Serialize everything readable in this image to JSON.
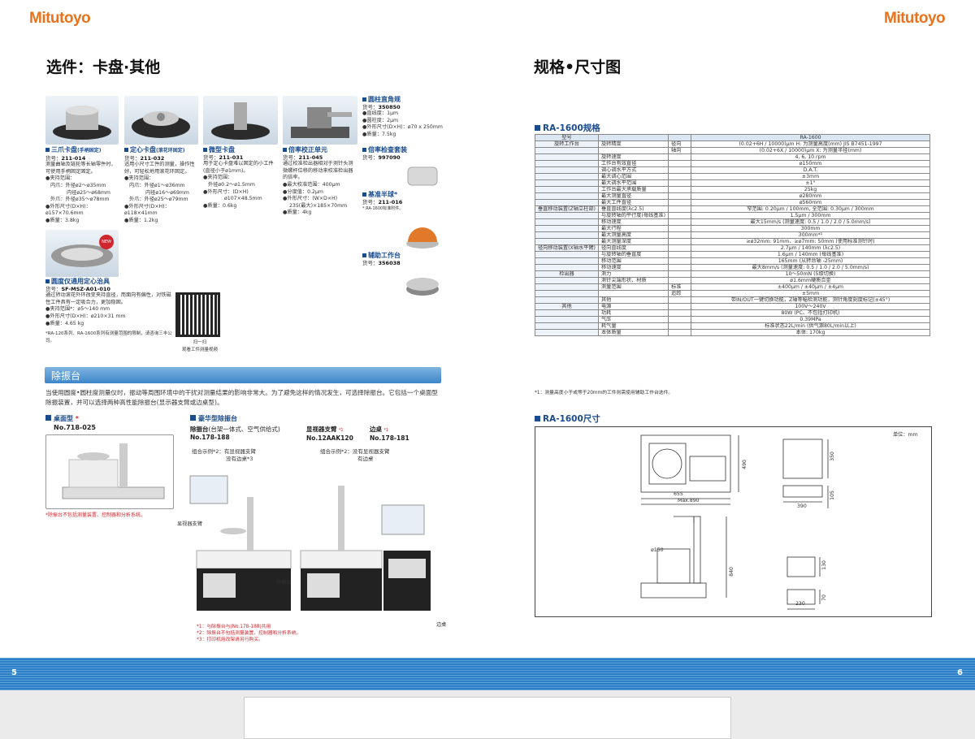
{
  "brand": "Mitutoyo",
  "left": {
    "title": "选件：卡盘·其他",
    "products": [
      {
        "name": "三爪卡盘",
        "sub": "(手柄固定)",
        "code_label": "货号：",
        "code": "211-014",
        "desc": "测量曲轴及链轮等长轴零件时，可使用手柄固定固定。",
        "specs": [
          "●夹持范围：",
          "内爪：外径ø2～ø35mm",
          "内径ø25～ø68mm",
          "外爪：外径ø35～ø78mm",
          "●外形尺寸(D×H)：ø157×70.6mm",
          "●质量：3.8kg"
        ]
      },
      {
        "name": "定心卡盘",
        "sub": "(滚花环固定)",
        "code_label": "货号：",
        "code": "211-032",
        "desc": "适用小尺寸工件的测量，操作性好，可轻松地用滚花环固定。",
        "specs": [
          "●夹持范围：",
          "内爪：外径ø1～ø36mm",
          "内径ø16～ø69mm",
          "外爪：外径ø25～ø79mm",
          "●外形尺寸(D×H)：ø118×41mm",
          "●质量：1.2kg"
        ]
      },
      {
        "name": "微型卡盘",
        "sub": "",
        "code_label": "货号：",
        "code": "211-031",
        "desc": "用于定心卡盘难以固定的小工件(直径小于ø1mm)。",
        "specs": [
          "●夹持范围：",
          "外径ø0.2～ø1.5mm",
          "●外形尺寸：(D×H)",
          "ø107×48.5mm",
          "●质量：0.6kg"
        ]
      },
      {
        "name": "倍率校正单元",
        "sub": "",
        "code_label": "货号：",
        "code": "211-045",
        "desc": "通过校准检出器相对于测针头测微螺杆位移的移动来校准检出器的倍率。",
        "specs": [
          "●最大校准范围：400µm",
          "●分度值：0.2µm",
          "●外形尺寸：(W×D×H)",
          "235(最大)×185×70mm",
          "●质量：4kg"
        ]
      }
    ],
    "side_items": [
      {
        "name": "圆柱直角规",
        "code_label": "货号：",
        "code": "350850",
        "specs": [
          "●直线度：1µm",
          "●圆柱度：2µm",
          "●外形尺寸(D×H)：ø70 x 250mm",
          "●质量：7.5kg"
        ]
      },
      {
        "name": "倍率检查套装",
        "code_label": "货号：",
        "code": "997090",
        "specs": []
      },
      {
        "name": "基准半球*",
        "code_label": "货号：",
        "code": "211-016",
        "specs": [
          "* RA-1600标准附件。"
        ]
      },
      {
        "name": "辅助工作台",
        "code_label": "货号：",
        "code": "356038",
        "specs": []
      }
    ],
    "fixture": {
      "badge": "NEW",
      "name": "圆度仪通用定心治具",
      "code_label": "货号：",
      "code": "SF-MSZ-A01-010",
      "desc": "通过转动滚花外环改变夹持直径，而面向有偏性，对铁磁性工件具有一定吸合力，更加稳固。",
      "specs": [
        "●夹持范围*：ø5～140 mm",
        "●外形尺寸(D×H)：ø210×31 mm",
        "●质量：4.65 kg"
      ],
      "note": "*RA-120系列、RA-1600系列有测量范围的限制，请咨询三丰公司。"
    },
    "qr_caption": [
      "扫一扫",
      "观看工件测量视频"
    ],
    "banner": "除振台",
    "banner_desc": "当使用圆度•圆柱度测量仪时，振动等周围环境中的干扰对测量结果的影响非常大。为了避免这样的情况发生，可选择除振台。它包括一个桌面型除振装置，并可以选择两种高性能除振台(显示器支臂或边桌型)。",
    "desk": {
      "title": "桌面型",
      "mark": "*",
      "code": "No.718-025",
      "note": "*除振台不包括测量装置、控制器和分析系统。"
    },
    "premium": {
      "title": "豪华型除振台",
      "items": [
        {
          "name": "除振台",
          "sub": "(台架一体式、空气供给式)",
          "code": "No.178-188"
        },
        {
          "name": "显视器支臂",
          "mark": "*1",
          "code": "No.12AAK120"
        },
        {
          "name": "边桌",
          "mark": "*1",
          "code": "No.178-181"
        }
      ],
      "combo1": [
        "组合示例*2：有显视器支臂",
        "没有边桌*3"
      ],
      "combo2": [
        "组合示例*2：没有显视器支臂",
        "有边桌"
      ],
      "labels": {
        "arm": "显视器支臂",
        "table": "除振台",
        "side": "边桌"
      },
      "notes": [
        "*1：与除振台与(No.178-188)共用",
        "*2：除振台不包括测量装置、控制器和分析系统。",
        "*3：打印机用改架请另行购买。"
      ]
    },
    "page": "5"
  },
  "right": {
    "title": "规格•尺寸图",
    "spec_title": "RA-1600规格",
    "spec_rows": [
      [
        "型号",
        "",
        "",
        "RA-1600"
      ],
      [
        "旋转工作台",
        "旋转精度",
        "径向",
        "(0.02+6H / 10000)µm  H: 为测量高度(mm)  JIS B7451-1997"
      ],
      [
        "",
        "",
        "轴向",
        "(0.02+6X / 10000)µm  X: 为测量半径(mm)"
      ],
      [
        "",
        "旋转速度",
        "",
        "4, 6, 10 rpm"
      ],
      [
        "",
        "工作台有效直径",
        "",
        "ø150mm"
      ],
      [
        "",
        "调心调水平方式",
        "",
        "D.A.T."
      ],
      [
        "",
        "最大调心范围",
        "",
        "±3mm"
      ],
      [
        "",
        "最大调水平范围",
        "",
        "±1°"
      ],
      [
        "",
        "工作台最大承载质量",
        "",
        "25kg"
      ],
      [
        "",
        "最大测量直径",
        "",
        "ø280mm"
      ],
      [
        "",
        "最大工件直径",
        "",
        "ø560mm"
      ],
      [
        "垂直移动装置(Z轴立柱部)",
        "垂直直线度(λc2.5)",
        "",
        "窄范围: 0.20µm / 100mm, 全范围: 0.30µm / 300mm"
      ],
      [
        "",
        "与旋转轴的平行度(母线基准)",
        "",
        "1.5µm / 300mm"
      ],
      [
        "",
        "移动速度",
        "",
        "最大15mm/s (测量速度: 0.5 / 1.0 / 2.0 / 5.0mm/s)"
      ],
      [
        "",
        "最大行程",
        "",
        "300mm"
      ],
      [
        "",
        "最大测量高度",
        "",
        "300mm*¹"
      ],
      [
        "",
        "最大测量深度",
        "",
        "≥ø32mm: 91mm、≥ø7mm: 50mm (使用标准测针时)"
      ],
      [
        "径向移动装置(X轴水平臂)",
        "径向直线度",
        "",
        "2.7µm / 140mm (λc2.5)"
      ],
      [
        "",
        "与旋转轴的垂直度",
        "",
        "1.6µm / 140mm (母线基准)"
      ],
      [
        "",
        "移动范围",
        "",
        "165mm (从转台轴 -25mm)"
      ],
      [
        "",
        "移动速度",
        "",
        "最大8mm/s (测量速度: 0.5 / 1.0 / 2.0 / 5.0mm/s)"
      ],
      [
        "检出器",
        "测力",
        "",
        "10～50mN (5级切换)"
      ],
      [
        "",
        "测针尖端形状、材质",
        "",
        "ø1.6mm硬质合金"
      ],
      [
        "",
        "测量范围",
        "标准",
        "±400µm / ±40µm / ±4µm"
      ],
      [
        "",
        "",
        "追踪",
        "±5mm"
      ],
      [
        "",
        "其他",
        "",
        "带IN/OUT一键切换功能，Z轴等幅检测功能，测针角度刻度标记(±45°)"
      ],
      [
        "其他",
        "电源",
        "",
        "100V～240V"
      ],
      [
        "",
        "功耗",
        "",
        "80W (PC、不包括打印机)"
      ],
      [
        "",
        "气压",
        "",
        "0.39MPa"
      ],
      [
        "",
        "耗气量",
        "",
        "标准状态22L/min (供气源80L/min以上)"
      ],
      [
        "",
        "本体质量",
        "",
        "本体: 170kg"
      ]
    ],
    "spec_note": "*1：测量高度小于或等于20mm的工件则需使用辅助工作台选件。",
    "dim_title": "RA-1600尺寸",
    "dim_unit": "单位：mm",
    "dims": {
      "d490": "490",
      "d655": "655",
      "dmax": "Max.890",
      "d350": "350",
      "d390": "390",
      "d105": "105",
      "d150": "ø150",
      "d840": "840",
      "d130": "130",
      "d230": "230",
      "d70": "70"
    },
    "page": "6"
  },
  "colors": {
    "brand": "#e8731c",
    "accent": "#1a4b8c",
    "stripe": "#2e7fc6"
  }
}
